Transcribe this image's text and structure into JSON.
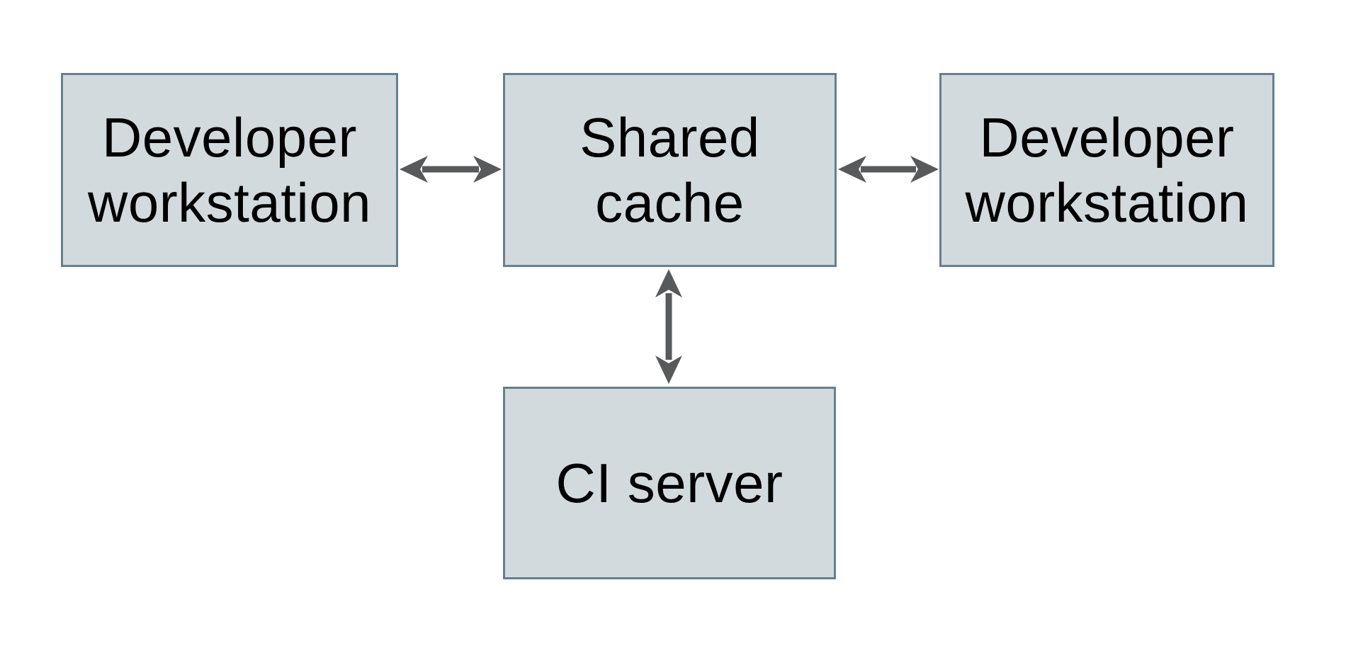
{
  "colors": {
    "background": "#ffffff",
    "node_fill": "#d3dadd",
    "node_border": "#65808e",
    "arrow": "#58595b",
    "text": "#000000"
  },
  "diagram": {
    "nodes": [
      {
        "id": "developer-workstation-left",
        "label": "Developer workstation"
      },
      {
        "id": "shared-cache",
        "label": "Shared cache"
      },
      {
        "id": "developer-workstation-right",
        "label": "Developer workstation"
      },
      {
        "id": "ci-server",
        "label": "CI server"
      }
    ],
    "edges": [
      {
        "from": "developer-workstation-left",
        "to": "shared-cache",
        "direction": "bidirectional"
      },
      {
        "from": "shared-cache",
        "to": "developer-workstation-right",
        "direction": "bidirectional"
      },
      {
        "from": "shared-cache",
        "to": "ci-server",
        "direction": "bidirectional"
      }
    ]
  }
}
